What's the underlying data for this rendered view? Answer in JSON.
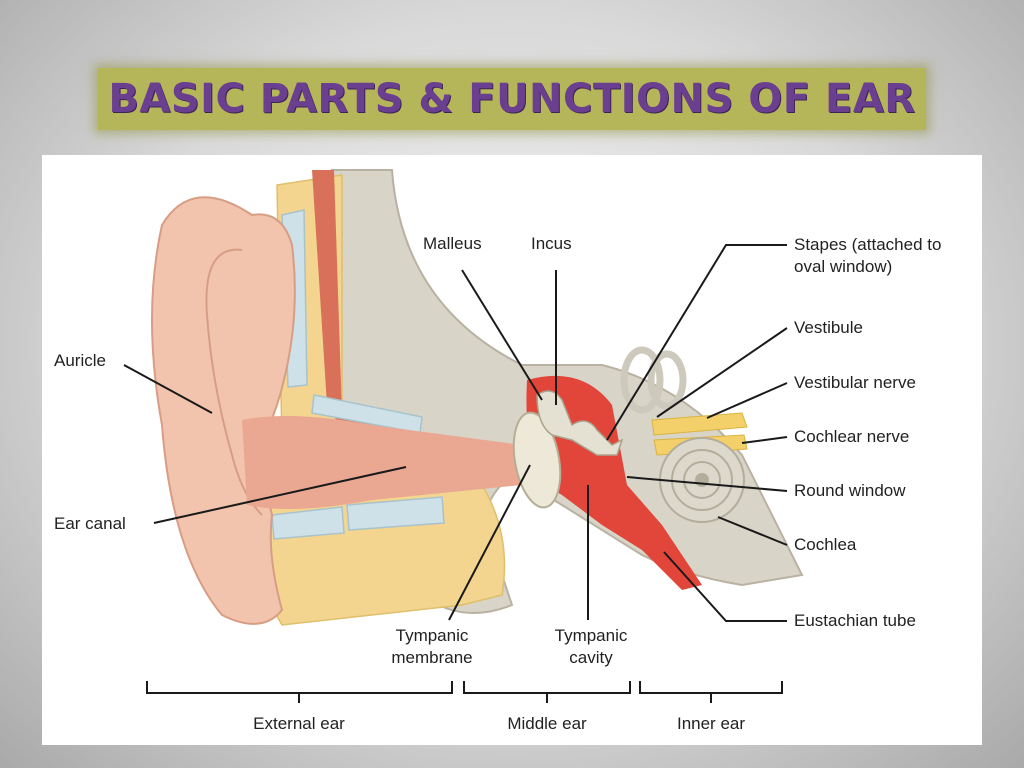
{
  "title": "BASIC PARTS & FUNCTIONS OF EAR",
  "labels": {
    "malleus": "Malleus",
    "incus": "Incus",
    "stapes_line1": "Stapes (attached to",
    "stapes_line2": "oval window)",
    "vestibule": "Vestibule",
    "vestibular_nerve": "Vestibular nerve",
    "cochlear_nerve": "Cochlear nerve",
    "round_window": "Round window",
    "cochlea": "Cochlea",
    "eustachian_tube": "Eustachian tube",
    "auricle": "Auricle",
    "ear_canal": "Ear canal",
    "tympanic_membrane_line1": "Tympanic",
    "tympanic_membrane_line2": "membrane",
    "tympanic_cavity_line1": "Tympanic",
    "tympanic_cavity_line2": "cavity"
  },
  "regions": {
    "external": "External ear",
    "middle": "Middle ear",
    "inner": "Inner ear"
  },
  "colors": {
    "title_bg": "#b5b55a",
    "title_text": "#6b3f8f",
    "skin": "#f2c4ad",
    "canal": "#eaa791",
    "fat": "#f3d58f",
    "cartilage": "#cfe1e8",
    "bone": "#d9d4c8",
    "cavity": "#e2453a",
    "ossicles": "#e4e0d2"
  }
}
